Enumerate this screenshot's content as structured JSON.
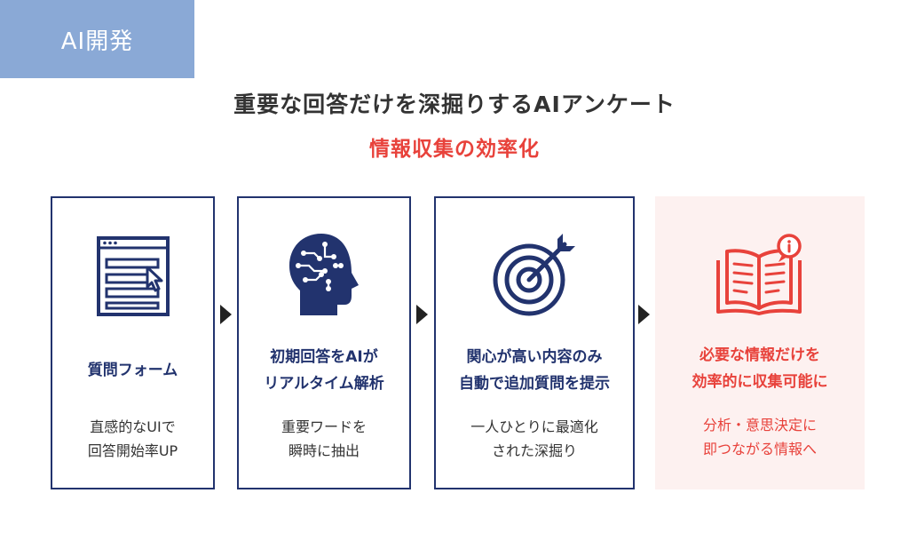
{
  "tag": "AI開発",
  "title": "重要な回答だけを深掘りするAIアンケート",
  "subtitle": "情報収集の効率化",
  "colors": {
    "navy": "#22336e",
    "accent_red": "#e8423b",
    "tag_blue": "#8aa9d6",
    "final_bg": "#fdf1f0"
  },
  "steps": [
    {
      "icon": "form-window-cursor-icon",
      "heading": [
        "質問フォーム"
      ],
      "description": [
        "直感的なUIで",
        "回答開始率UP"
      ]
    },
    {
      "icon": "ai-brain-head-icon",
      "heading": [
        "初期回答をAIが",
        "リアルタイム解析"
      ],
      "description": [
        "重要ワードを",
        "瞬時に抽出"
      ]
    },
    {
      "icon": "target-arrow-icon",
      "heading": [
        "関心が高い内容のみ",
        "自動で追加質問を提示"
      ],
      "description": [
        "一人ひとりに最適化",
        "された深掘り"
      ]
    },
    {
      "icon": "open-book-info-icon",
      "heading": [
        "必要な情報だけを",
        "効率的に収集可能に"
      ],
      "description": [
        "分析・意思決定に",
        "即つながる情報へ"
      ]
    }
  ]
}
